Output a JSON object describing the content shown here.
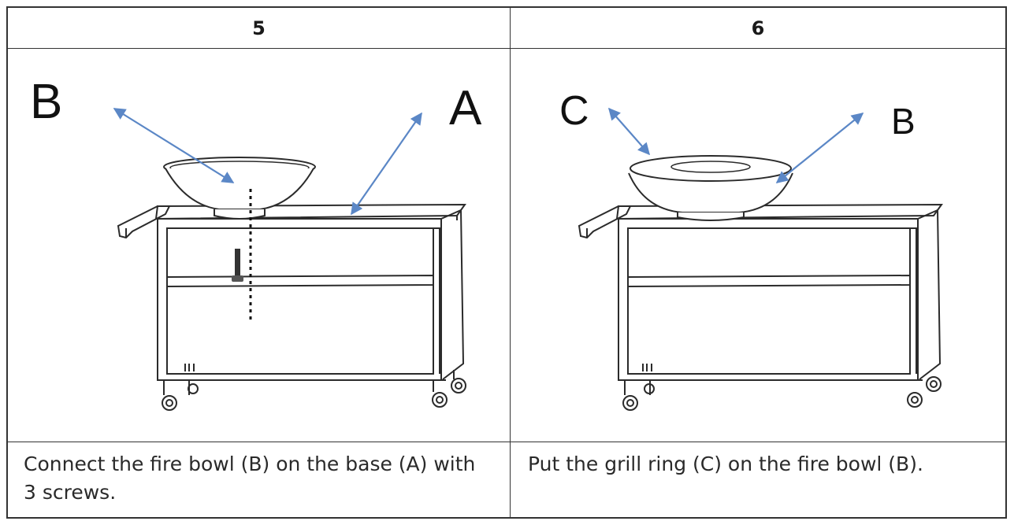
{
  "steps": [
    {
      "number": "5",
      "instruction": "Connect the fire bowl (B) on the base (A) with 3  screws.",
      "labels": {
        "left": "B",
        "right": "A"
      }
    },
    {
      "number": "6",
      "instruction": "Put the grill ring (C) on the fire bowl (B).",
      "labels": {
        "left": "C",
        "right": "B"
      }
    }
  ],
  "colors": {
    "arrow": "#5b87c6",
    "line": "#2b2b2b"
  }
}
